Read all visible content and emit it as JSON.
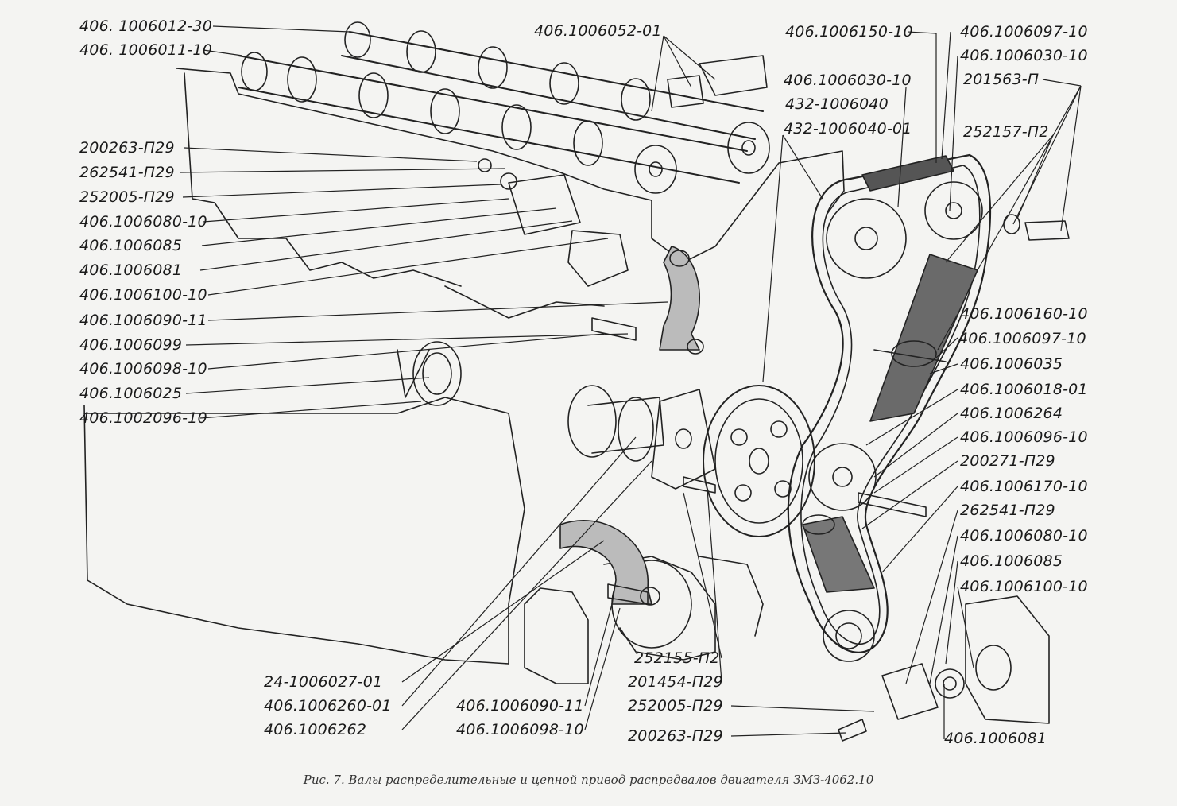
{
  "labels": {
    "l01": "406. 1006012-30",
    "l02": "406. 1006011-10",
    "l03": "200263-П29",
    "l04": "262541-П29",
    "l05": "252005-П29",
    "l06": "406.1006080-10",
    "l07": "406.1006085",
    "l08": "406.1006081",
    "l09": "406.1006100-10",
    "l10": "406.1006090-11",
    "l11": "406.1006099",
    "l12": "406.1006098-10",
    "l13": "406.1006025",
    "l14": "406.1002096-10",
    "l15": "406.1006052-01",
    "l16": "406.1006150-10",
    "l17": "406.1006030-10",
    "l18": "432-1006040",
    "l19": "432-1006040-01",
    "l20": "406.1006097-10",
    "l21": "406.1006030-10",
    "l22": "201563-П",
    "l23": "252157-П2",
    "l24": "406.1006160-10",
    "l25": "406.1006097-10",
    "l26": "406.1006035",
    "l27": "406.1006018-01",
    "l28": "406.1006264",
    "l29": "406.1006096-10",
    "l30": "200271-П29",
    "l31": "406.1006170-10",
    "l32": "262541-П29",
    "l33": "406.1006080-10",
    "l34": "406.1006085",
    "l35": "406.1006100-10",
    "l36": "406.1006081",
    "l37": "24-1006027-01",
    "l38": "406.1006260-01",
    "l39": "406.1006262",
    "l40": "406.1006090-11",
    "l41": "406.1006098-10",
    "l42": "252155-П2",
    "l43": "201454-П29",
    "l44": "252005-П29",
    "l45": "200263-П29"
  },
  "caption": "Рис. 7. Валы распределительные и цепной привод распредвалов двигателя ЗМЗ-4062.10"
}
